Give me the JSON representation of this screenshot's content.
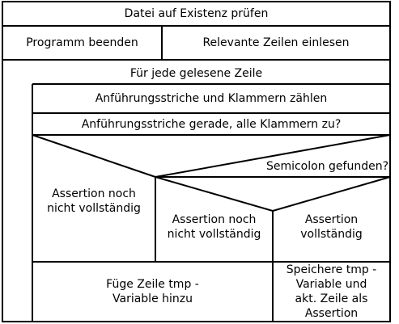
{
  "diagram": {
    "type": "nassi-shneiderman",
    "check_file": "Datei auf Existenz prüfen",
    "exit_program": "Programm beenden",
    "read_lines": "Relevante Zeilen einlesen",
    "loop": "Für jede gelesene Zeile",
    "count": "Anführungsstriche und Klammern zählen",
    "condition_balanced": "Anführungsstriche gerade, alle Klammern zu?",
    "branch_incomplete_1": "Assertion noch\nnicht vollständig",
    "condition_semicolon": "Semicolon gefunden?",
    "branch_incomplete_2": "Assertion noch\nnicht vollständig",
    "branch_complete": "Assertion\nvollständig",
    "append_tmp": "Füge Zeile tmp -\nVariable hinzu",
    "save_tmp": "Speichere tmp -\nVariable und\nakt. Zeile als\nAssertion"
  }
}
